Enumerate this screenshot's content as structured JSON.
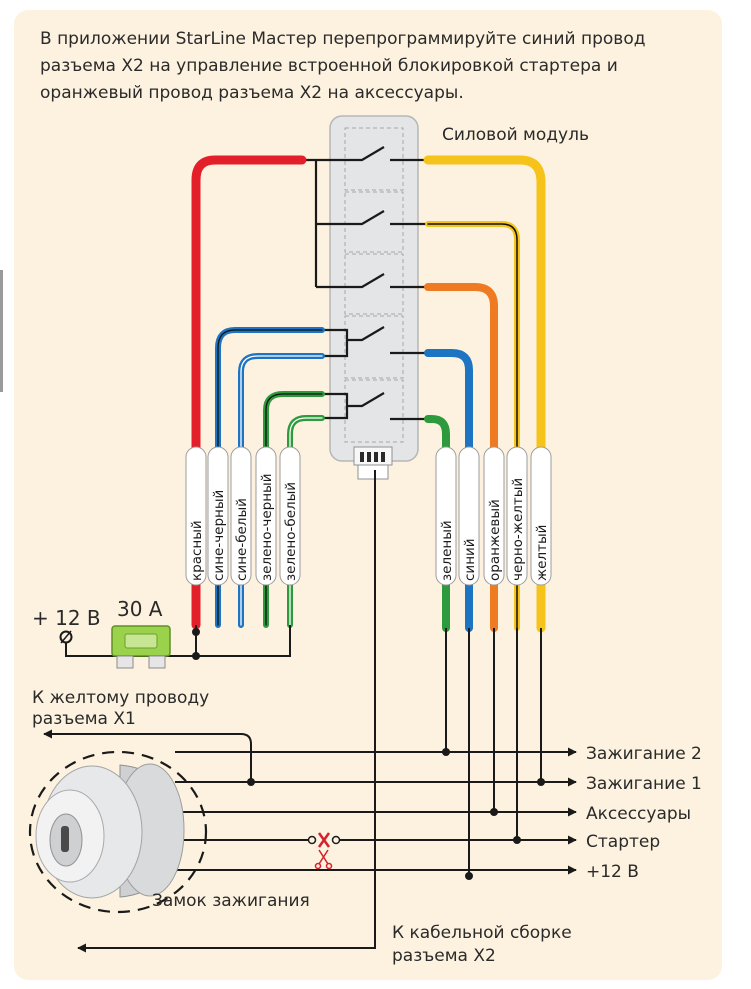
{
  "intro": {
    "line1": "В приложении StarLine Мастер перепрограммируйте синий провод",
    "line2": "разъема X2 на управление встроенной блокировкой стартера и",
    "line3": "оранжевый провод разъема X2 на аксессуары."
  },
  "module_title": "Силовой модуль",
  "left_wires": [
    {
      "label": "красный",
      "color": "#e3202a",
      "stripe": null
    },
    {
      "label": "сине-черный",
      "color": "#1c74c2",
      "stripe": "#111111"
    },
    {
      "label": "сине-белый",
      "color": "#1c74c2",
      "stripe": "#ffffff"
    },
    {
      "label": "зелено-черный",
      "color": "#2e9a3e",
      "stripe": "#111111"
    },
    {
      "label": "зелено-белый",
      "color": "#2e9a3e",
      "stripe": "#ffffff"
    }
  ],
  "right_wires": [
    {
      "label": "зеленый",
      "color": "#2e9a3e",
      "stripe": null
    },
    {
      "label": "синий",
      "color": "#1c74c2",
      "stripe": null
    },
    {
      "label": "оранжевый",
      "color": "#ee7a22",
      "stripe": null
    },
    {
      "label": "черно-желтый",
      "color": "#f6c31a",
      "stripe": "#111111"
    },
    {
      "label": "желтый",
      "color": "#f6c31a",
      "stripe": null
    }
  ],
  "power": {
    "plus": "+ 12 В",
    "fuse": "30 А"
  },
  "note_x1": {
    "line1": "К желтому проводу",
    "line2": "разъема X1"
  },
  "outputs": [
    "Зажигание 2",
    "Зажигание 1",
    "Аксессуары",
    "Стартер",
    "+12 В"
  ],
  "lock_label": "Замок зажигания",
  "note_x2": {
    "line1": "К кабельной сборке",
    "line2": "разъема X2"
  },
  "colors": {
    "red": "#e3202a",
    "blue": "#1c74c2",
    "green": "#2e9a3e",
    "orange": "#ee7a22",
    "yellow": "#f6c31a",
    "cut": "#d4202a",
    "fuse": "#9bd24b",
    "panel": "#fdf2df"
  }
}
